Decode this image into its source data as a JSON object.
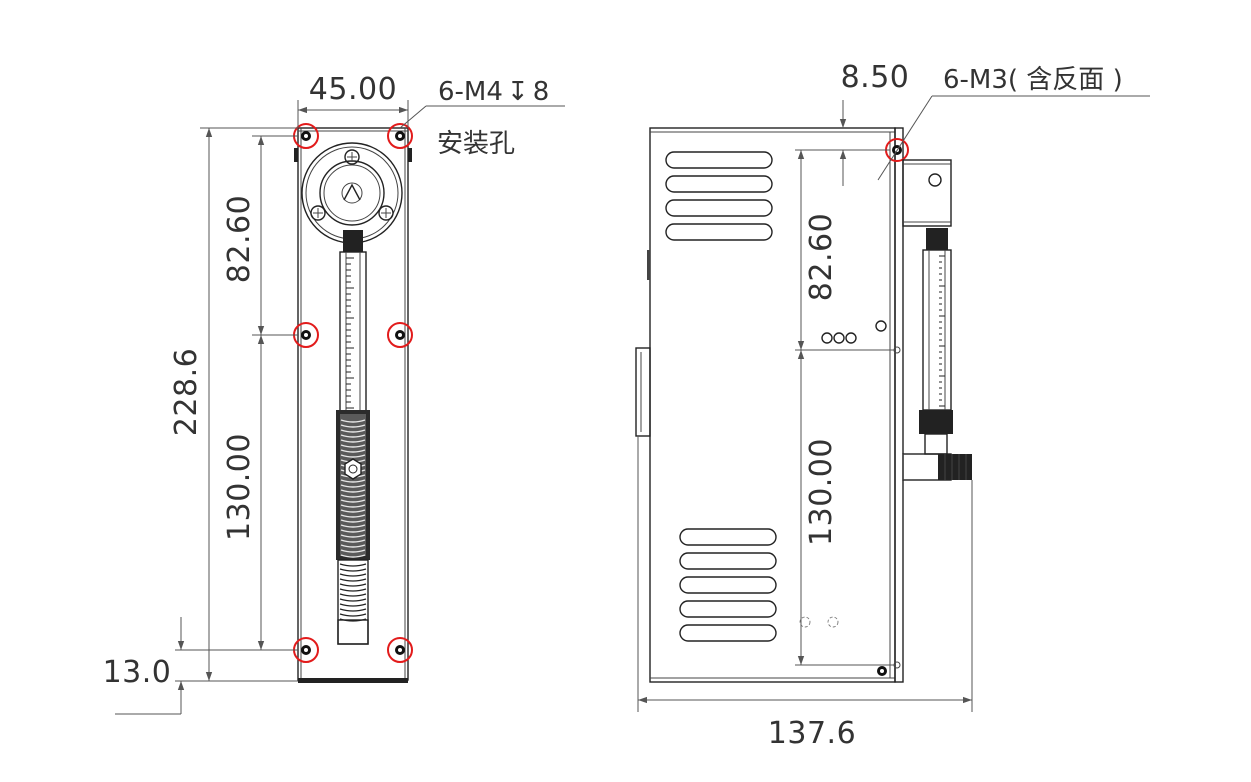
{
  "front_view": {
    "width_dim": "45.00",
    "thread_note": "6-M4",
    "depth_symbol": "↧",
    "depth_value": "8",
    "mount_label": "安装孔",
    "height_upper_dim": "82.60",
    "overall_height_dim": "228.6",
    "height_lower_dim": "130.00",
    "bottom_offset_dim": "13.0"
  },
  "side_view": {
    "top_offset_dim": "8.50",
    "hole_note": "6-M3( 含反面 )",
    "height_upper_dim": "82.60",
    "height_lower_dim": "130.00",
    "overall_width_dim": "137.6"
  },
  "colors": {
    "highlight": "#e21b1b",
    "line": "#222222",
    "dimension": "#555555"
  }
}
